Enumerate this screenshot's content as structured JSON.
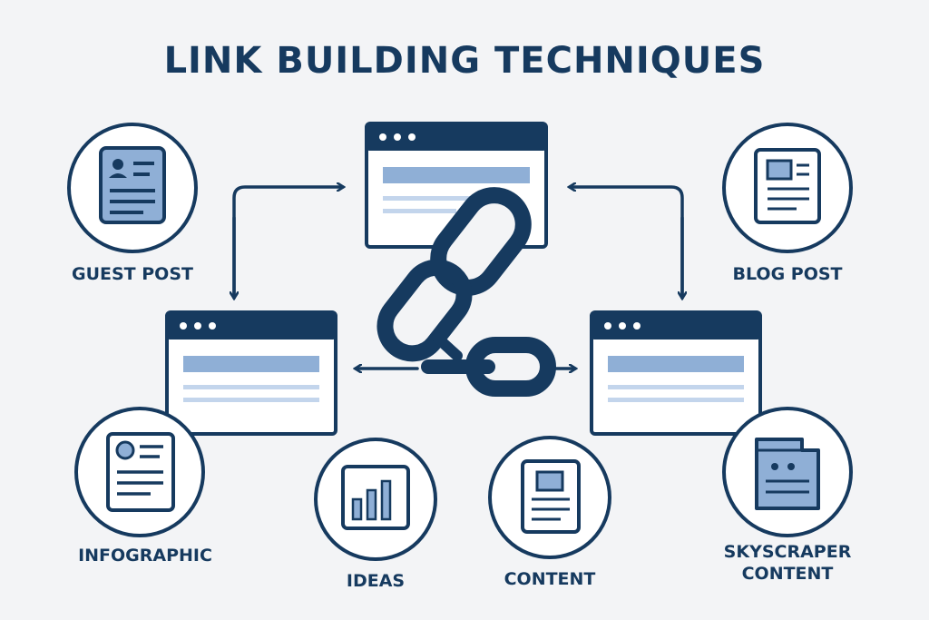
{
  "title": "LINK BUILDING TECHNIQUES",
  "colors": {
    "navy": "#163a5f",
    "light_blue": "#8fafd6",
    "pale_blue": "#c3d5ec",
    "background": "#f3f4f6",
    "white": "#ffffff"
  },
  "techniques": [
    {
      "label": "GUEST POST",
      "icon": "guest-post-document-icon"
    },
    {
      "label": "BLOG POST",
      "icon": "blog-post-document-icon"
    },
    {
      "label": "INFOGRAPHIC",
      "icon": "infographic-document-icon"
    },
    {
      "label": "IDEAS",
      "icon": "bar-chart-icon"
    },
    {
      "label": "CONTENT",
      "icon": "content-document-icon"
    },
    {
      "label": "SKYSCRAPER",
      "label_line2": "CONTENT",
      "icon": "skyscraper-folder-icon"
    }
  ],
  "center_icon": "chain-link-icon",
  "window_icon": "browser-window-icon"
}
